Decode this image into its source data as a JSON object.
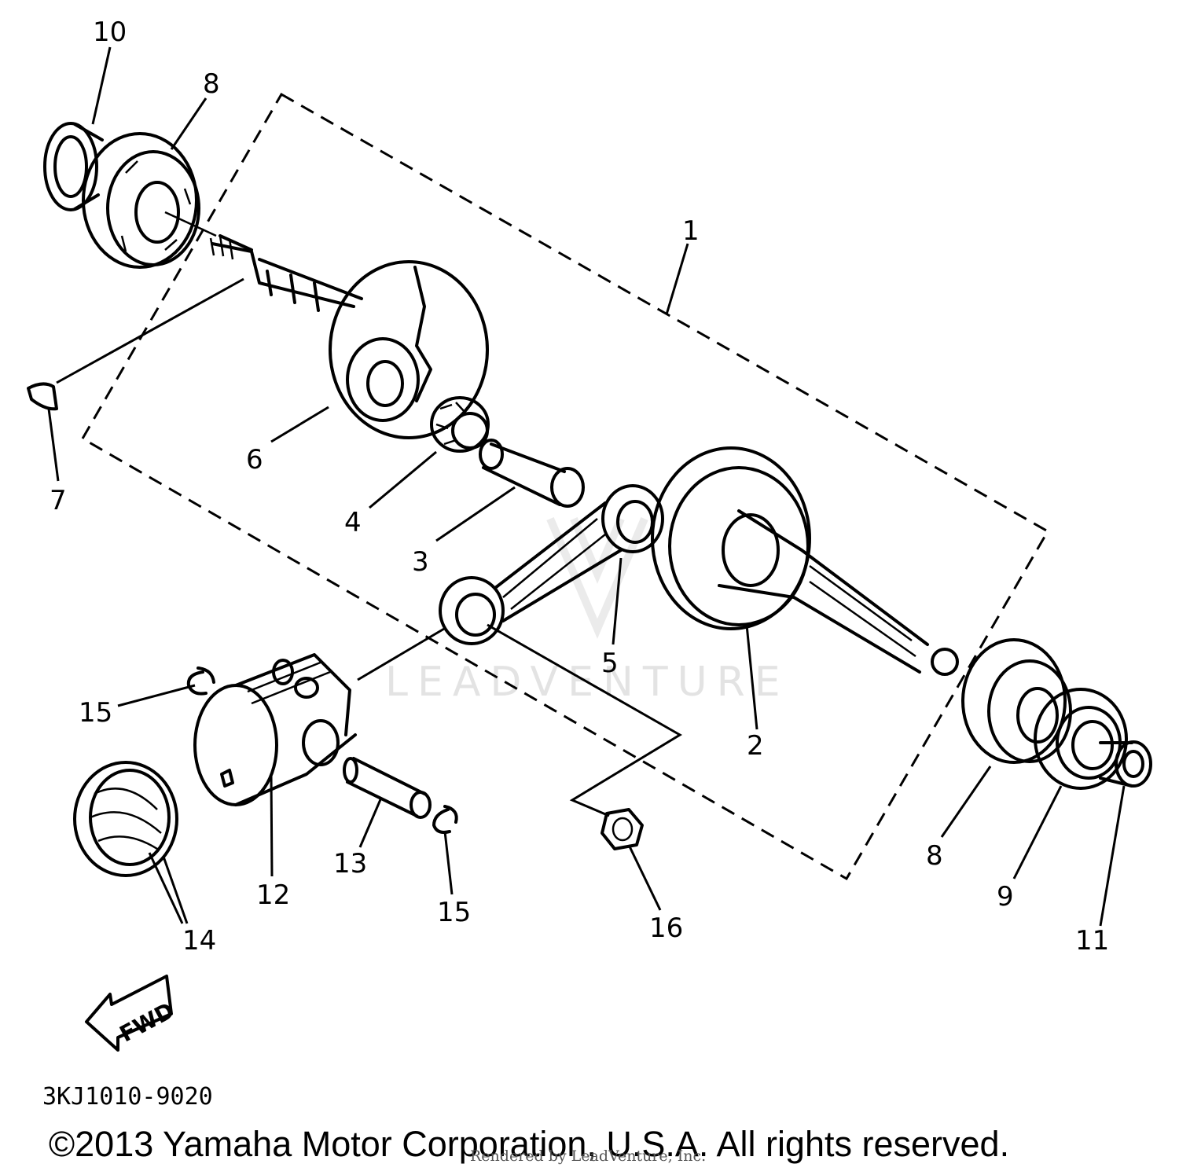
{
  "callouts": [
    "1",
    "2",
    "3",
    "4",
    "5",
    "6",
    "7",
    "8",
    "8",
    "9",
    "10",
    "11",
    "12",
    "13",
    "14",
    "15",
    "15",
    "16"
  ],
  "fwd_label": "FWD",
  "part_code": "3KJ1010-9020",
  "copyright": "©2013 Yamaha Motor Corporation, U.S.A. All rights reserved.",
  "rendered_by": "Rendered by LeadVenture, Inc.",
  "watermark": "LEADVENTURE"
}
